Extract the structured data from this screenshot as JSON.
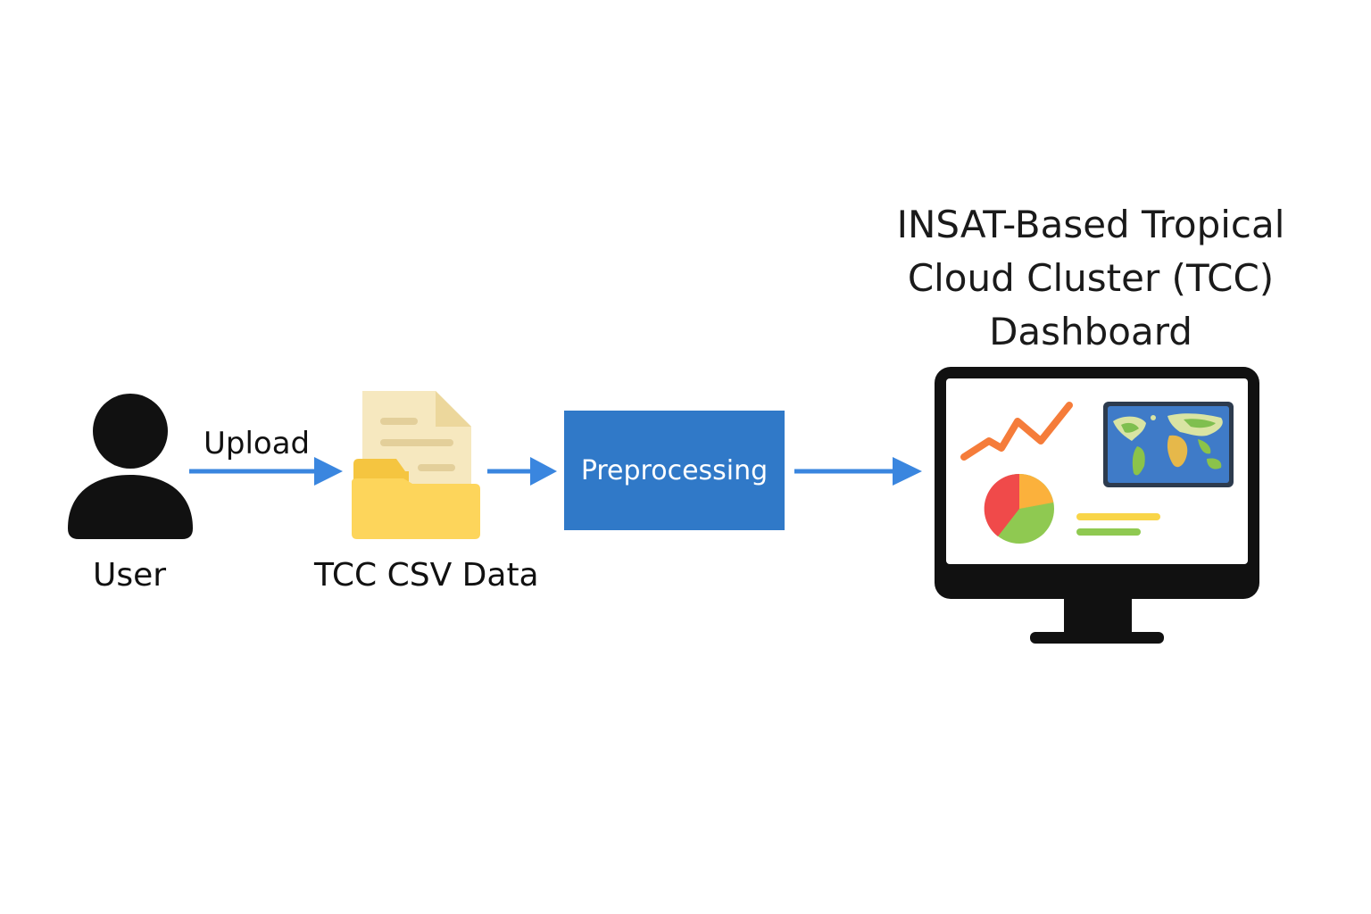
{
  "title": {
    "line1": "INSAT-Based Tropical",
    "line2": "Cloud Cluster (TCC)",
    "line3": "Dashboard"
  },
  "nodes": {
    "user": {
      "label": "User",
      "icon": "user-icon"
    },
    "data": {
      "label": "TCC CSV Data",
      "icon": "csv-folder-icon"
    },
    "preprocessing": {
      "label": "Preprocessing"
    },
    "dashboard": {
      "icon": "monitor-dashboard-icon"
    }
  },
  "edges": {
    "upload": {
      "label": "Upload"
    }
  },
  "colors": {
    "arrow": "#3a86df",
    "process_box": "#3079c8",
    "folder": "#fdd55b",
    "document": "#f6e8bf",
    "monitor": "#111111",
    "chart_line": "#f57c3a",
    "pie_red": "#f04a4a",
    "pie_orange": "#fbb13c",
    "pie_green": "#8fc951",
    "map_ocean": "#3f7bc8"
  }
}
